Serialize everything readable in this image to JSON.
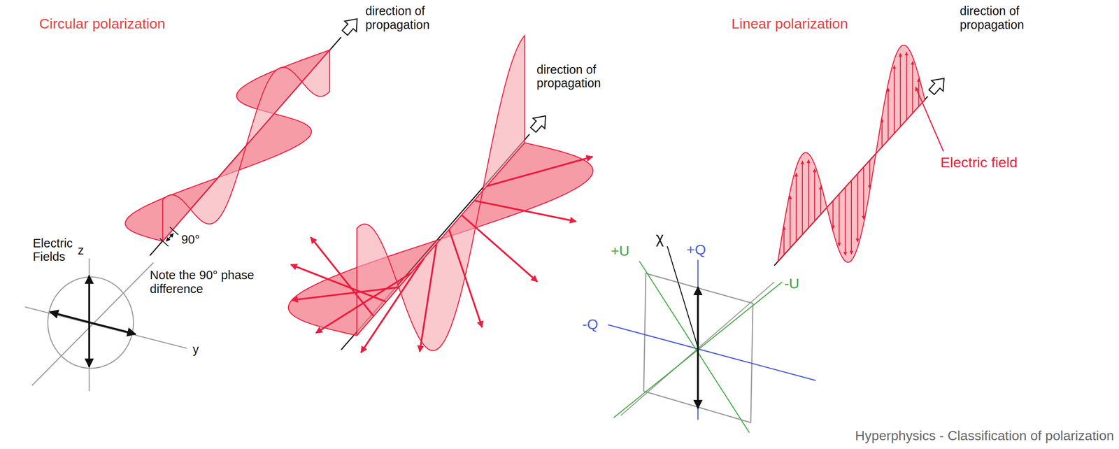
{
  "diagram": {
    "caption": "Hyperphysics - Classification of polarization",
    "labels": [
      "Circular polarization",
      "direction of propagation",
      "direction of propagation",
      "Electric Fields",
      "z",
      "y",
      "90°",
      "Note the 90° phase difference",
      "Linear polarization",
      "direction of propagation",
      "Electric field",
      "χ",
      "+U",
      "+Q",
      "-Q",
      "-U"
    ]
  }
}
